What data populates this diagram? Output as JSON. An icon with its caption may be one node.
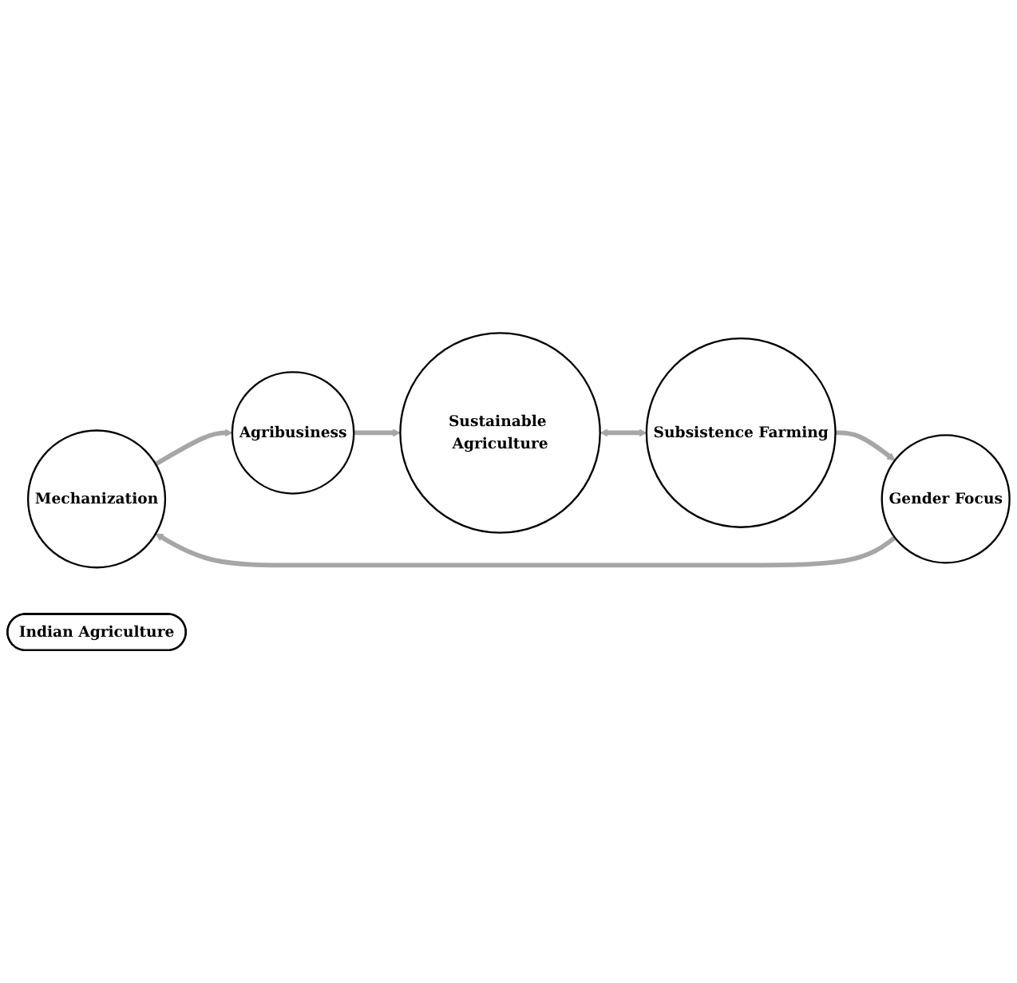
{
  "diagram": {
    "nodes": [
      {
        "text": [
          "Mechanization"
        ]
      },
      {
        "text": [
          "Agribusiness"
        ]
      },
      {
        "text": [
          "Sustainable Agriculture"
        ]
      },
      {
        "text": [
          "Subsistence Farming"
        ]
      },
      {
        "text": [
          "Gender Focus"
        ]
      },
      {
        "text": [
          "Indian Agriculture"
        ]
      }
    ],
    "edges": [
      {
        "from": 0,
        "to": 1,
        "arrow": "to"
      },
      {
        "from": 1,
        "to": 2,
        "arrow": "to"
      },
      {
        "from": 2,
        "to": 3,
        "arrow": "both"
      },
      {
        "from": 3,
        "to": 4,
        "arrow": "to"
      },
      {
        "from": 4,
        "to": 0,
        "arrow": "to"
      }
    ]
  }
}
